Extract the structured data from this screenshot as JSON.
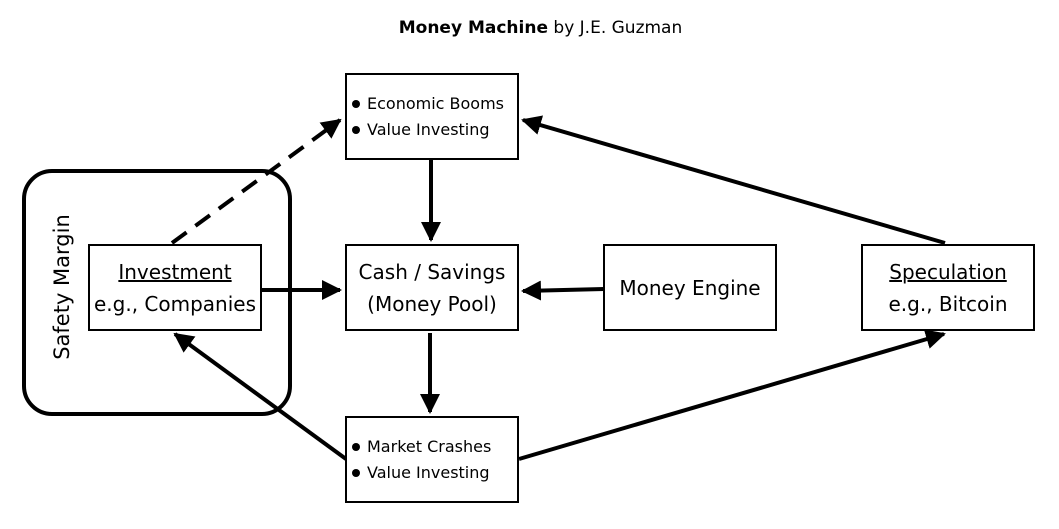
{
  "title": {
    "main": "Money Machine",
    "byline": "by J.E. Guzman"
  },
  "safety_margin": "Safety Margin",
  "nodes": {
    "booms": {
      "items": [
        "Economic Booms",
        "Value Investing"
      ]
    },
    "cash": {
      "line1": "Cash / Savings",
      "line2": "(Money Pool)"
    },
    "engine": {
      "label": "Money Engine"
    },
    "investment": {
      "heading": "Investment",
      "example": "e.g., Companies"
    },
    "speculation": {
      "heading": "Speculation",
      "example": "e.g., Bitcoin"
    },
    "crashes": {
      "items": [
        "Market Crashes",
        "Value Investing"
      ]
    }
  },
  "edges": [
    {
      "from": "investment",
      "to": "booms",
      "style": "dashed"
    },
    {
      "from": "booms",
      "to": "cash",
      "style": "solid"
    },
    {
      "from": "speculation",
      "to": "booms",
      "style": "solid"
    },
    {
      "from": "investment",
      "to": "cash",
      "style": "solid"
    },
    {
      "from": "engine",
      "to": "cash",
      "style": "solid"
    },
    {
      "from": "cash",
      "to": "crashes",
      "style": "solid"
    },
    {
      "from": "crashes",
      "to": "investment",
      "style": "solid"
    },
    {
      "from": "crashes",
      "to": "speculation",
      "style": "solid"
    }
  ],
  "colors": {
    "stroke": "#000000",
    "background": "#ffffff"
  }
}
